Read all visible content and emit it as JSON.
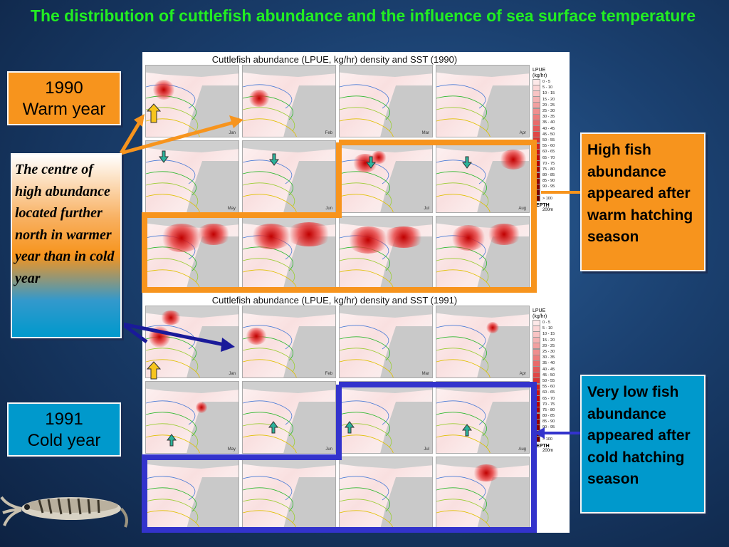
{
  "title": "The distribution of cuttlefish abundance and the influence of sea surface temperature",
  "panels": [
    {
      "title": "Cuttlefish abundance (LPUE, kg/hr) density  and SST (1990)"
    },
    {
      "title": "Cuttlefish abundance (LPUE, kg/hr) density  and SST (1991)"
    }
  ],
  "months": [
    "Jan",
    "Feb",
    "Mar",
    "Apr",
    "May",
    "Jun",
    "Jul",
    "Aug"
  ],
  "legend": {
    "header_line1": "LPUE",
    "header_line2": "(kg/hr)",
    "items": [
      "0 - 5",
      "5 - 10",
      "10 - 15",
      "15 - 20",
      "20 - 25",
      "25 - 30",
      "30 - 35",
      "35 - 40",
      "40 - 45",
      "45 - 50",
      "50 - 55",
      "55 - 60",
      "60 - 65",
      "65 - 70",
      "70 - 75",
      "75 - 80",
      "80 - 85",
      "85 - 90",
      "90 - 95",
      "95 - 100",
      "> 100"
    ],
    "colors": [
      "#fde8e8",
      "#fbd6d6",
      "#f8c4c4",
      "#f5b2b2",
      "#f2a0a0",
      "#ef8e8e",
      "#ec7c7c",
      "#e96a6a",
      "#e55858",
      "#e04646",
      "#da3434",
      "#d32222",
      "#cb1414",
      "#c10a0a",
      "#b70000",
      "#ab0000",
      "#9f0000",
      "#930000",
      "#870000",
      "#7b0000",
      "#6f0000"
    ],
    "depth_label": "DEPTH",
    "depth_value": "200m"
  },
  "boxes": {
    "warm_year": "1990\nWarm year",
    "cold_year": "1991\nCold year",
    "centre_text": "The centre of high abundance located further north in warmer year than in cold year",
    "high_abundance": "High fish abundance appeared after warm hatching season",
    "low_abundance": "Very low fish abundance appeared after cold hatching season"
  },
  "colors": {
    "title": "#22ee22",
    "orange": "#f7941d",
    "blue": "#0099cc",
    "highlight_orange": "#f7941d",
    "highlight_blue": "#3333cc"
  }
}
